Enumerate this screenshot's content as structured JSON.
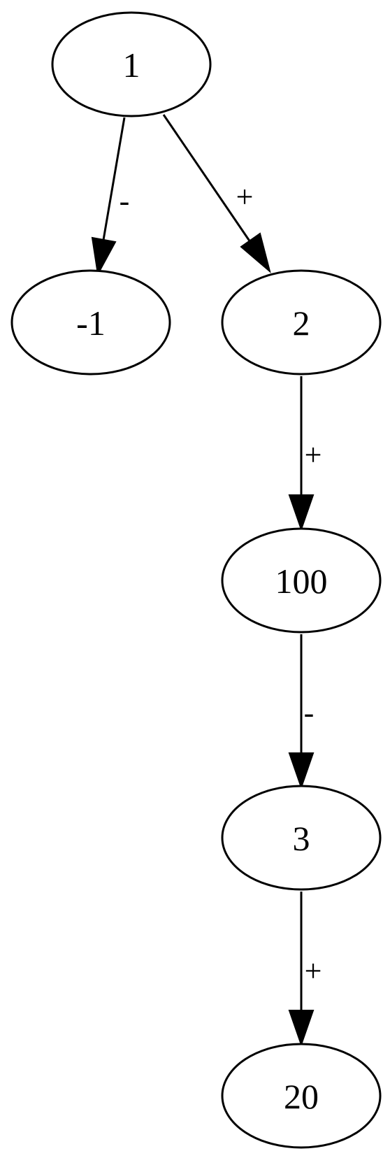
{
  "colors": {
    "background": "#ffffff",
    "stroke": "#000000",
    "text": "#000000"
  },
  "nodes": [
    {
      "id": "n1",
      "label": "1"
    },
    {
      "id": "nm1",
      "label": "-1"
    },
    {
      "id": "n2",
      "label": "2"
    },
    {
      "id": "n100",
      "label": "100"
    },
    {
      "id": "n3",
      "label": "3"
    },
    {
      "id": "n20",
      "label": "20"
    }
  ],
  "edges": [
    {
      "id": "e1",
      "from": "1",
      "to": "-1",
      "label": "-"
    },
    {
      "id": "e2",
      "from": "1",
      "to": "2",
      "label": "+"
    },
    {
      "id": "e3",
      "from": "2",
      "to": "100",
      "label": "+"
    },
    {
      "id": "e4",
      "from": "100",
      "to": "3",
      "label": "-"
    },
    {
      "id": "e5",
      "from": "3",
      "to": "20",
      "label": "+"
    }
  ]
}
